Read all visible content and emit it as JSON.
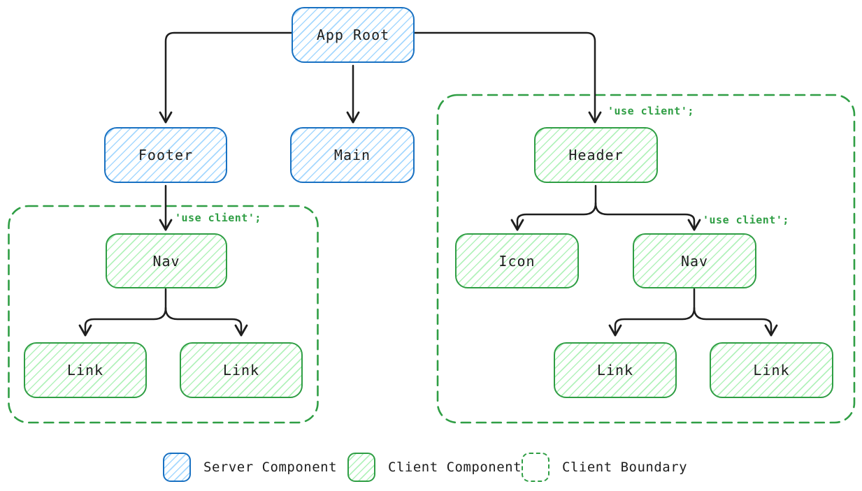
{
  "diagram": {
    "nodes": {
      "app_root": {
        "label": "App Root",
        "type": "server"
      },
      "footer": {
        "label": "Footer",
        "type": "server"
      },
      "main": {
        "label": "Main",
        "type": "server"
      },
      "header": {
        "label": "Header",
        "type": "client"
      },
      "nav_left": {
        "label": "Nav",
        "type": "client"
      },
      "link_left_1": {
        "label": "Link",
        "type": "client"
      },
      "link_left_2": {
        "label": "Link",
        "type": "client"
      },
      "icon": {
        "label": "Icon",
        "type": "client"
      },
      "nav_right": {
        "label": "Nav",
        "type": "client"
      },
      "link_right_1": {
        "label": "Link",
        "type": "client"
      },
      "link_right_2": {
        "label": "Link",
        "type": "client"
      }
    },
    "directives": {
      "left_boundary": "'use client';",
      "header": "'use client';",
      "nav_right": "'use client';"
    },
    "edges": [
      "App Root -> Footer",
      "App Root -> Main",
      "App Root -> Header",
      "Footer -> Nav",
      "Nav -> Link",
      "Nav -> Link",
      "Header -> Icon",
      "Header -> Nav",
      "Nav -> Link",
      "Nav -> Link"
    ]
  },
  "legend": {
    "items": [
      {
        "label": "Server Component",
        "swatch": "server"
      },
      {
        "label": "Client Component",
        "swatch": "client"
      },
      {
        "label": "Client Boundary",
        "swatch": "boundary"
      }
    ]
  },
  "colors": {
    "server_stroke": "#1971c2",
    "server_hatch": "#a5d8ff",
    "client_stroke": "#2f9e44",
    "client_hatch": "#b2f2bb",
    "arrow": "#1e1e1e",
    "text": "#1e1e1e",
    "background": "#ffffff"
  }
}
